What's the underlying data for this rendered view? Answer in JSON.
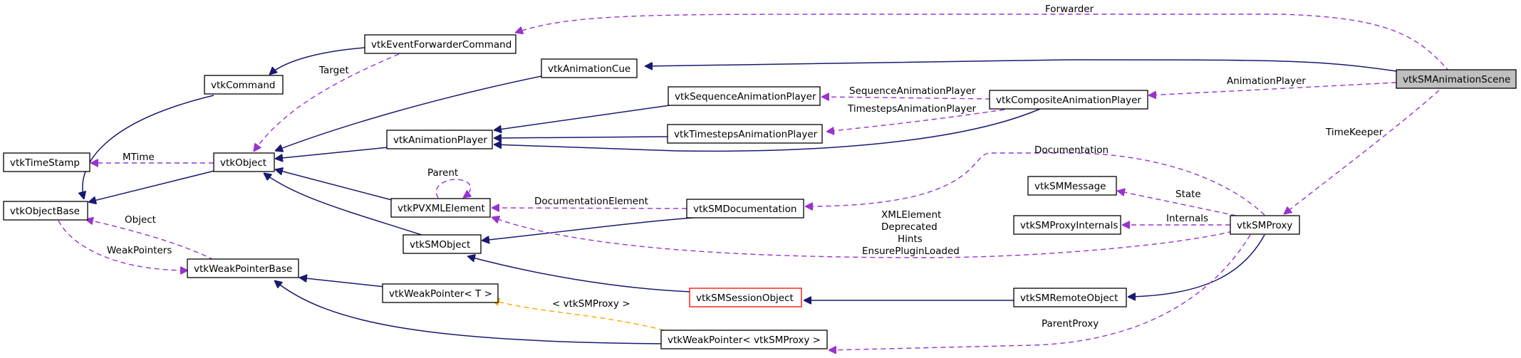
{
  "colors": {
    "inheritance": "#191970",
    "usage": "#9a32cd",
    "template": "#ffa500",
    "focus_fill": "#bfbfbf",
    "highlight_border": "#ff0000"
  },
  "nodes": {
    "vtkSMAnimationScene": "vtkSMAnimationScene",
    "vtkEventForwarderCommand": "vtkEventForwarderCommand",
    "vtkCommand": "vtkCommand",
    "vtkAnimationCue": "vtkAnimationCue",
    "vtkSequenceAnimationPlayer": "vtkSequenceAnimationPlayer",
    "vtkCompositeAnimationPlayer": "vtkCompositeAnimationPlayer",
    "vtkTimestepsAnimationPlayer": "vtkTimestepsAnimationPlayer",
    "vtkAnimationPlayer": "vtkAnimationPlayer",
    "vtkTimeStamp": "vtkTimeStamp",
    "vtkObject": "vtkObject",
    "vtkObjectBase": "vtkObjectBase",
    "vtkPVXMLElement": "vtkPVXMLElement",
    "vtkSMDocumentation": "vtkSMDocumentation",
    "vtkSMMessage": "vtkSMMessage",
    "vtkSMProxyInternals": "vtkSMProxyInternals",
    "vtkSMProxy": "vtkSMProxy",
    "vtkSMObject": "vtkSMObject",
    "vtkWeakPointerBase": "vtkWeakPointerBase",
    "vtkWeakPointerT": "vtkWeakPointer< T >",
    "vtkSMSessionObject": "vtkSMSessionObject",
    "vtkSMRemoteObject": "vtkSMRemoteObject",
    "vtkWeakPointerSMProxy": "vtkWeakPointer< vtkSMProxy >"
  },
  "edge_labels": {
    "forwarder": "Forwarder",
    "target": "Target",
    "animation_player": "AnimationPlayer",
    "sequence_animation_player": "SequenceAnimationPlayer",
    "timesteps_animation_player": "TimestepsAnimationPlayer",
    "time_keeper": "TimeKeeper",
    "mtime": "MTime",
    "documentation": "Documentation",
    "parent": "Parent",
    "documentation_element": "DocumentationElement",
    "state": "State",
    "xml_element": "XMLElement",
    "deprecated": "Deprecated",
    "hints": "Hints",
    "ensure_plugin_loaded": "EnsurePluginLoaded",
    "internals": "Internals",
    "object": "Object",
    "weak_pointers": "WeakPointers",
    "template_arg": "< vtkSMProxy >",
    "parent_proxy": "ParentProxy"
  }
}
